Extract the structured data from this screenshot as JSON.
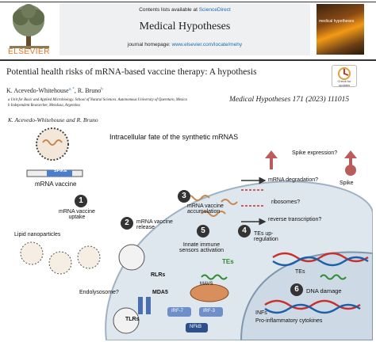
{
  "header": {
    "contents_prefix": "Contents lists available at ",
    "contents_link": "ScienceDirect",
    "journal_title": "Medical Hypotheses",
    "homepage_prefix": "journal homepage: ",
    "homepage_link": "www.elsevier.com/locate/mehy",
    "publisher": "ELSEVIER",
    "cover_title": "medical hypotheses"
  },
  "article": {
    "title": "Potential health risks of mRNA-based vaccine therapy: A hypothesis",
    "authors": "K. Acevedo-Whitehouse",
    "authors_sup_1": "a, *",
    "authors_sep": ", R. Bruno",
    "authors_sup_2": "b",
    "affiliation_a": "a Unit for Basic and Applied Microbiology. School of Natural Sciences. Autonomous University of Queretaro, Mexico",
    "affiliation_b": "b Independent Researcher, Mendoza, Argentina",
    "citation": "Medical Hypotheses 171 (2023) 111015",
    "check_badge": "Check for updates",
    "figure_authors": "K. Acevedo-Whitehouse and R. Bruno"
  },
  "figure": {
    "title": "Intracellular fate of the synthetic mRNAS",
    "colors": {
      "mrna": "#c8864b",
      "tes": "#2e8b2e",
      "dna_red": "#c9302c",
      "dna_blue": "#1f5fa8",
      "receptor": "#4a6fb0",
      "cell": "#c9d6e2",
      "nfkb": "#2d4f8a",
      "spike": "#b85c5c"
    },
    "labels": {
      "spike_tag": "SPIKE",
      "mrna_vaccine": "mRNA vaccine",
      "uptake": "mRNA vaccine\nuptake",
      "lipid": "Lipid nanoparticles",
      "release": "mRNA vaccine\nrelease",
      "accumulation": "mRNA vaccine\naccumulation",
      "spike_expression": "Spike expression?",
      "spike": "Spike",
      "degradation": "mRNA degradation?",
      "ribosomes": "ribosomes?",
      "reverse_transcription": "reverse transcription?",
      "tes_up": "TEs up-\nregulation",
      "innate": "Innate immune\nsensors activation",
      "tes_green": "TEs",
      "rlrs": "RLRs",
      "mavs": "MAVS",
      "mda5": "MDA5",
      "tes_black": "TEs",
      "dna_damage": "DNA damage",
      "endolysosome": "Endolysosome?",
      "tlrs": "TLRs",
      "irf7": "IRF-7",
      "irf3": "IRF-3",
      "nfkb": "NFkB",
      "infs": "INFs",
      "cytokines": "Pro-inflammatory cytokines"
    },
    "steps": [
      "1",
      "2",
      "3",
      "4",
      "5",
      "6"
    ]
  }
}
